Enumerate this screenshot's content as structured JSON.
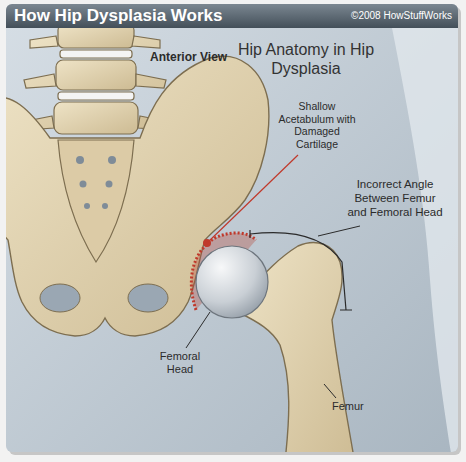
{
  "diagram": {
    "title": "How Hip Dysplasia Works",
    "labels": [
      "©2008 HowStuffWorks",
      "Anterior View",
      "Hip Anatomy in Hip Dysplasia",
      "Shallow Acetabulum with Damaged Cartilage",
      "Incorrect Angle Between Femur and Femoral Head",
      "Femoral Head",
      "Femur"
    ]
  }
}
